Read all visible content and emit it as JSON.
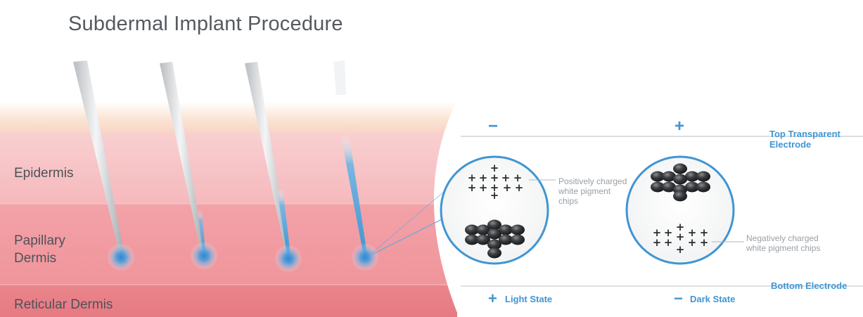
{
  "title": "Subdermal Implant Procedure",
  "layers": {
    "epidermis": "Epidermis",
    "papillary_dermis": "Papillary\nDermis",
    "reticular_dermis": "Reticular Dermis"
  },
  "electrodes": {
    "top": "Top Transparent\nElectrode",
    "bottom": "Bottom Electrode"
  },
  "light_cell": {
    "top_sign": "−",
    "note": "Positively charged\nwhite pigment\nchips",
    "state_sign": "+",
    "state_label": "Light State"
  },
  "dark_cell": {
    "top_sign": "+",
    "note": "Negatively charged\nwhite pigment chips",
    "state_sign": "−",
    "state_label": "Dark State"
  },
  "colors": {
    "accent_blue": "#3f95d2",
    "epidermis": "#f7c3c6",
    "papillary": "#f2a9ae",
    "reticular": "#ea8d93",
    "skin_top": "#fbe2d4"
  }
}
